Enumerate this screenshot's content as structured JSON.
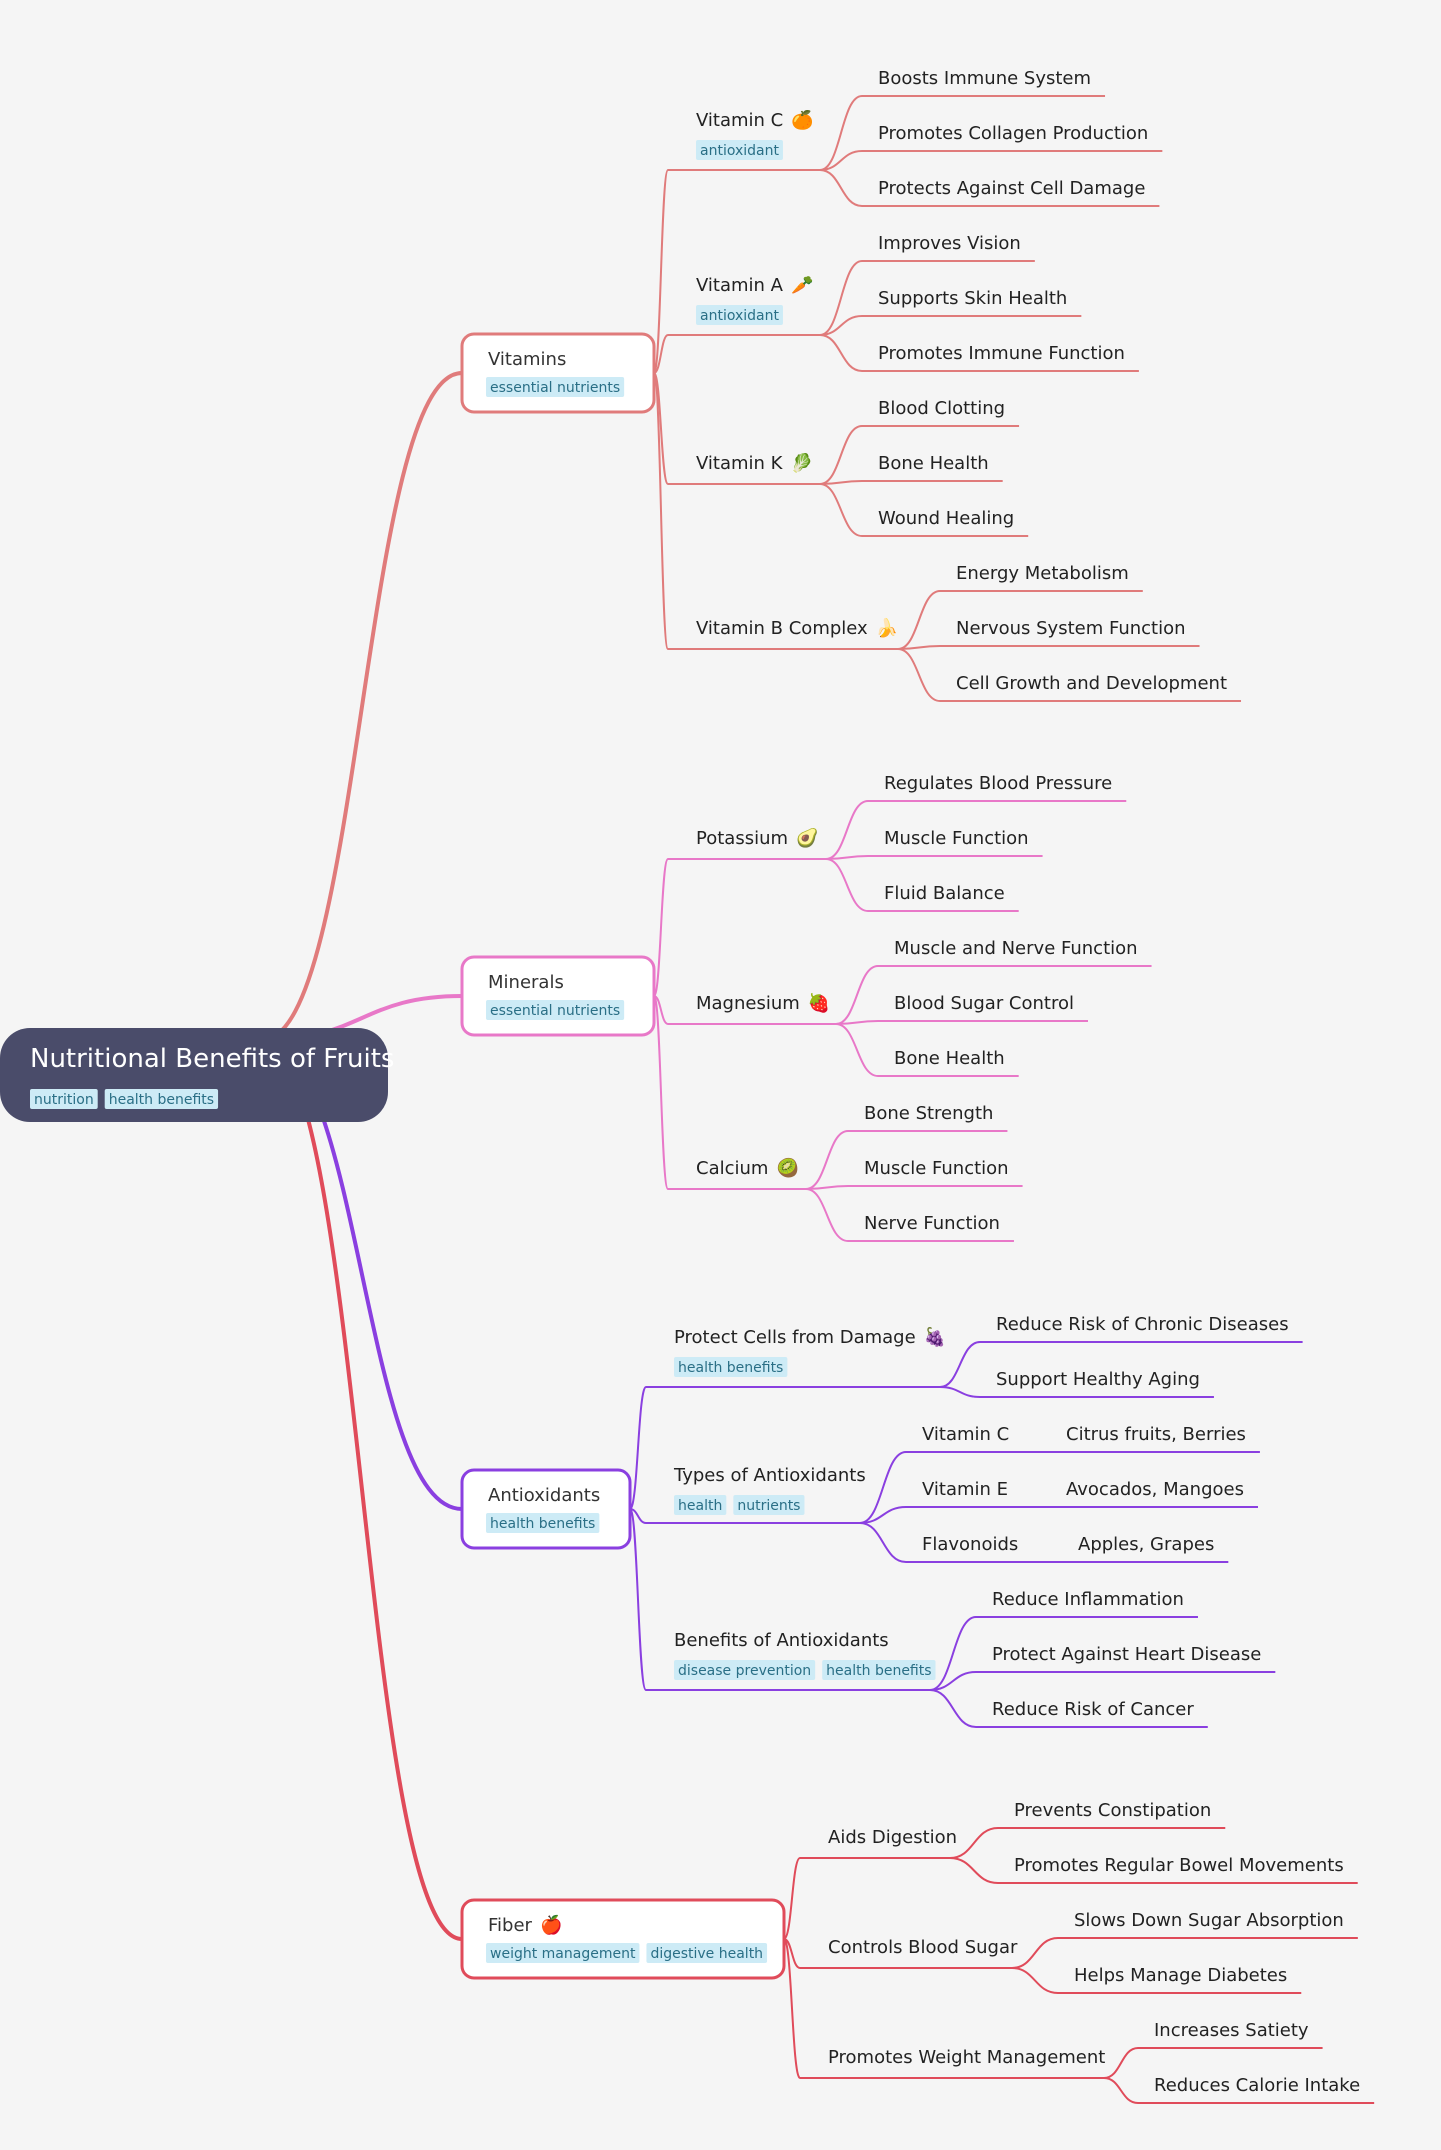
{
  "root": {
    "title": "Nutritional Benefits of Fruits",
    "tags": [
      "nutrition",
      "health benefits"
    ]
  },
  "colors": {
    "root_bg": "#4a4c6a",
    "tag_bg": "#cdebf6",
    "tag_text": "#2a6f86",
    "vitamins": "#e07b7b",
    "minerals": "#e878c8",
    "antioxidants": "#8a3fe0",
    "fiber": "#e04b5a"
  },
  "branches": [
    {
      "id": "vitamins",
      "title": "Vitamins",
      "tags": [
        "essential nutrients"
      ],
      "color_key": "vitamins",
      "children": [
        {
          "title": "Vitamin C",
          "icon": "🍊",
          "icon_name": "orange-icon",
          "tags": [
            "antioxidant"
          ],
          "children": [
            "Boosts Immune System",
            "Promotes Collagen Production",
            "Protects Against Cell Damage"
          ]
        },
        {
          "title": "Vitamin A",
          "icon": "🥕",
          "icon_name": "carrot-icon",
          "tags": [
            "antioxidant"
          ],
          "children": [
            "Improves Vision",
            "Supports Skin Health",
            "Promotes Immune Function"
          ]
        },
        {
          "title": "Vitamin K",
          "icon": "🥬",
          "icon_name": "leafy-greens-icon",
          "tags": [],
          "children": [
            "Blood Clotting",
            "Bone Health",
            "Wound Healing"
          ]
        },
        {
          "title": "Vitamin B Complex",
          "icon": "🍌",
          "icon_name": "banana-icon",
          "tags": [],
          "children": [
            "Energy Metabolism",
            "Nervous System Function",
            "Cell Growth and Development"
          ]
        }
      ]
    },
    {
      "id": "minerals",
      "title": "Minerals",
      "tags": [
        "essential nutrients"
      ],
      "color_key": "minerals",
      "children": [
        {
          "title": "Potassium",
          "icon": "🥑",
          "icon_name": "avocado-icon",
          "tags": [],
          "children": [
            "Regulates Blood Pressure",
            "Muscle Function",
            "Fluid Balance"
          ]
        },
        {
          "title": "Magnesium",
          "icon": "🍓",
          "icon_name": "strawberry-icon",
          "tags": [],
          "children": [
            "Muscle and Nerve Function",
            "Blood Sugar Control",
            "Bone Health"
          ]
        },
        {
          "title": "Calcium",
          "icon": "🥝",
          "icon_name": "kiwi-icon",
          "tags": [],
          "children": [
            "Bone Strength",
            "Muscle Function",
            "Nerve Function"
          ]
        }
      ]
    },
    {
      "id": "antioxidants",
      "title": "Antioxidants",
      "tags": [
        "health benefits"
      ],
      "color_key": "antioxidants",
      "children": [
        {
          "title": "Protect Cells from Damage",
          "icon": "🍇",
          "icon_name": "grapes-icon",
          "tags": [
            "health benefits"
          ],
          "children": [
            "Reduce Risk of Chronic Diseases",
            "Support Healthy Aging"
          ]
        },
        {
          "title": "Types of Antioxidants",
          "icon": "",
          "icon_name": "",
          "tags": [
            "health",
            "nutrients"
          ],
          "children": [
            {
              "title": "Vitamin C",
              "children": [
                "Citrus fruits, Berries"
              ]
            },
            {
              "title": "Vitamin E",
              "children": [
                "Avocados, Mangoes"
              ]
            },
            {
              "title": "Flavonoids",
              "children": [
                "Apples, Grapes"
              ]
            }
          ]
        },
        {
          "title": "Benefits of Antioxidants",
          "icon": "",
          "icon_name": "",
          "tags": [
            "disease prevention",
            "health benefits"
          ],
          "children": [
            "Reduce Inflammation",
            "Protect Against Heart Disease",
            "Reduce Risk of Cancer"
          ]
        }
      ]
    },
    {
      "id": "fiber",
      "title": "Fiber",
      "icon": "🍎",
      "icon_name": "apple-icon",
      "tags": [
        "weight management",
        "digestive health"
      ],
      "color_key": "fiber",
      "children": [
        {
          "title": "Aids Digestion",
          "icon": "",
          "icon_name": "",
          "tags": [],
          "children": [
            "Prevents Constipation",
            "Promotes Regular Bowel Movements"
          ]
        },
        {
          "title": "Controls Blood Sugar",
          "icon": "",
          "icon_name": "",
          "tags": [],
          "children": [
            "Slows Down Sugar Absorption",
            "Helps Manage Diabetes"
          ]
        },
        {
          "title": "Promotes Weight Management",
          "icon": "",
          "icon_name": "",
          "tags": [],
          "children": [
            "Increases Satiety",
            "Reduces Calorie Intake"
          ]
        }
      ]
    }
  ]
}
